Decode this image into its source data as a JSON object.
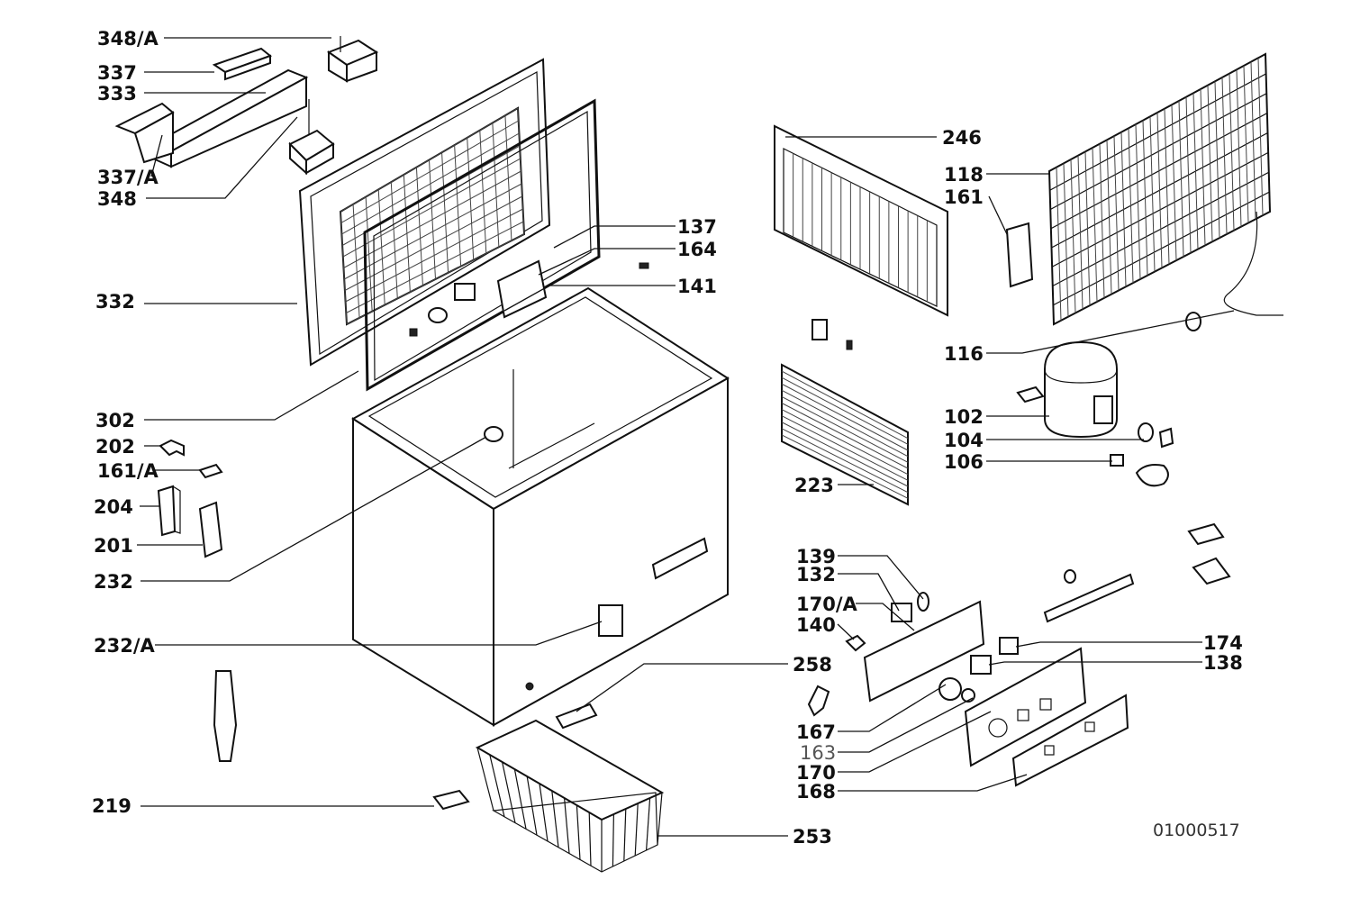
{
  "colors": {
    "ink": "#111111",
    "paper": "#ffffff"
  },
  "document_number": "01000517",
  "callouts": {
    "c348a": "348/A",
    "c337": "337",
    "c333": "333",
    "c337a": "337/A",
    "c348": "348",
    "c332": "332",
    "c302": "302",
    "c202": "202",
    "c161a": "161/A",
    "c204": "204",
    "c201": "201",
    "c232": "232",
    "c232a": "232/A",
    "c219": "219",
    "c137": "137",
    "c164": "164",
    "c141": "141",
    "c246": "246",
    "c118": "118",
    "c161": "161",
    "c116": "116",
    "c102": "102",
    "c104": "104",
    "c106": "106",
    "c223": "223",
    "c139": "139",
    "c132": "132",
    "c170a": "170/A",
    "c140": "140",
    "c258": "258",
    "c167": "167",
    "c163": "163",
    "c170": "170",
    "c168": "168",
    "c174": "174",
    "c138": "138",
    "c253": "253"
  }
}
